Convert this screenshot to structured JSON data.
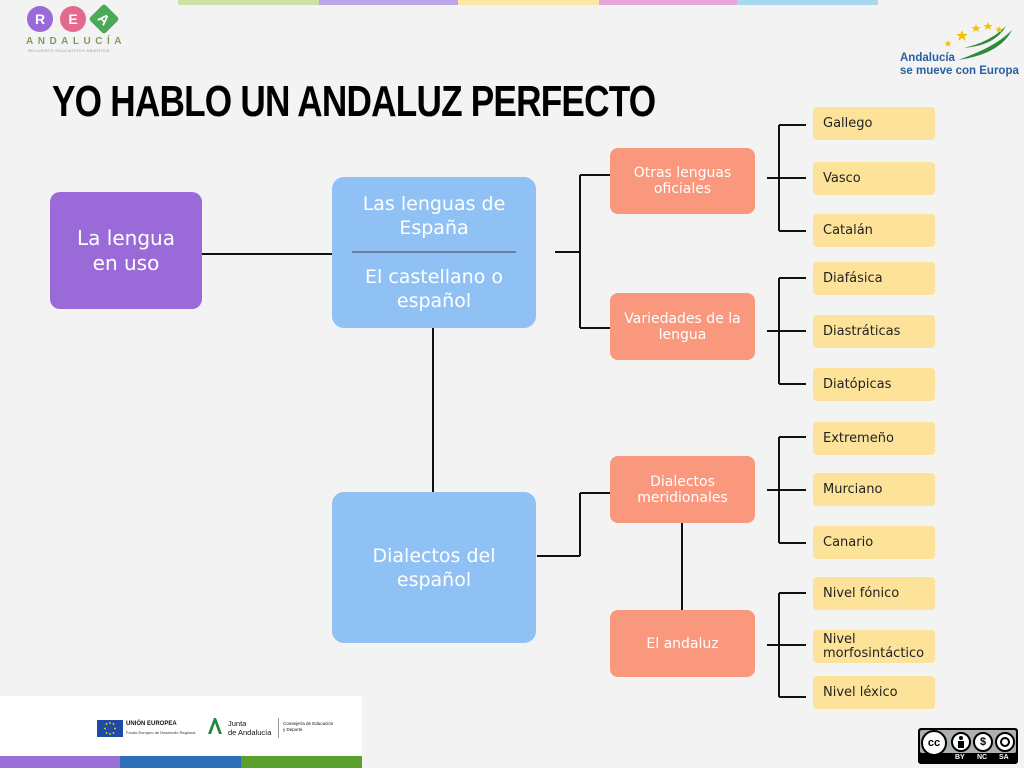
{
  "header": {
    "logo": {
      "letters": [
        "R",
        "E",
        "A"
      ],
      "name": "ANDALUCÍA",
      "tagline": "RECURSOS EDUCATIVOS ABIERTOS"
    },
    "topbar_colors": [
      "#cfe0a4",
      "#b9a6e6",
      "#fde7a4",
      "#e7a6dc",
      "#a8d8ee"
    ],
    "europa_logo": {
      "line1": "Andalucía",
      "line2": "se mueve con Europa"
    }
  },
  "title": "YO HABLO UN ANDALUZ PERFECTO",
  "diagram": {
    "root": "La lengua en uso",
    "spain_top": "Las lenguas de España",
    "spain_bottom": "El castellano o español",
    "dialects": "Dialectos del español",
    "otras": {
      "label": "Otras lenguas oficiales",
      "items": [
        "Gallego",
        "Vasco",
        "Catalán"
      ]
    },
    "variedades": {
      "label": "Variedades de la lengua",
      "items": [
        "Diafásica",
        "Diastráticas",
        "Diatópicas"
      ]
    },
    "meridionales": {
      "label": "Dialectos meridionales",
      "items": [
        "Extremeño",
        "Murciano",
        "Canario"
      ]
    },
    "andaluz": {
      "label": "El andaluz",
      "items": [
        "Nivel fónico",
        "Nivel morfosintáctico",
        "Nivel léxico"
      ]
    }
  },
  "footer": {
    "eu_title": "UNIÓN EUROPEA",
    "eu_sub": "Fondo Europeo de Desarrollo Regional",
    "junta_line1": "Junta",
    "junta_line2": "de Andalucía",
    "consejeria_line1": "Consejería de Educación",
    "consejeria_line2": "y Deporte",
    "license_labels": [
      "BY",
      "NC",
      "SA"
    ],
    "bar_colors": [
      "#9b6fd6",
      "#2c6fb8",
      "#5aa02c"
    ]
  },
  "colors": {
    "purple": "#9a6bd8",
    "blue": "#8fc1f4",
    "salmon": "#f9987c",
    "yellow": "#fde399"
  }
}
